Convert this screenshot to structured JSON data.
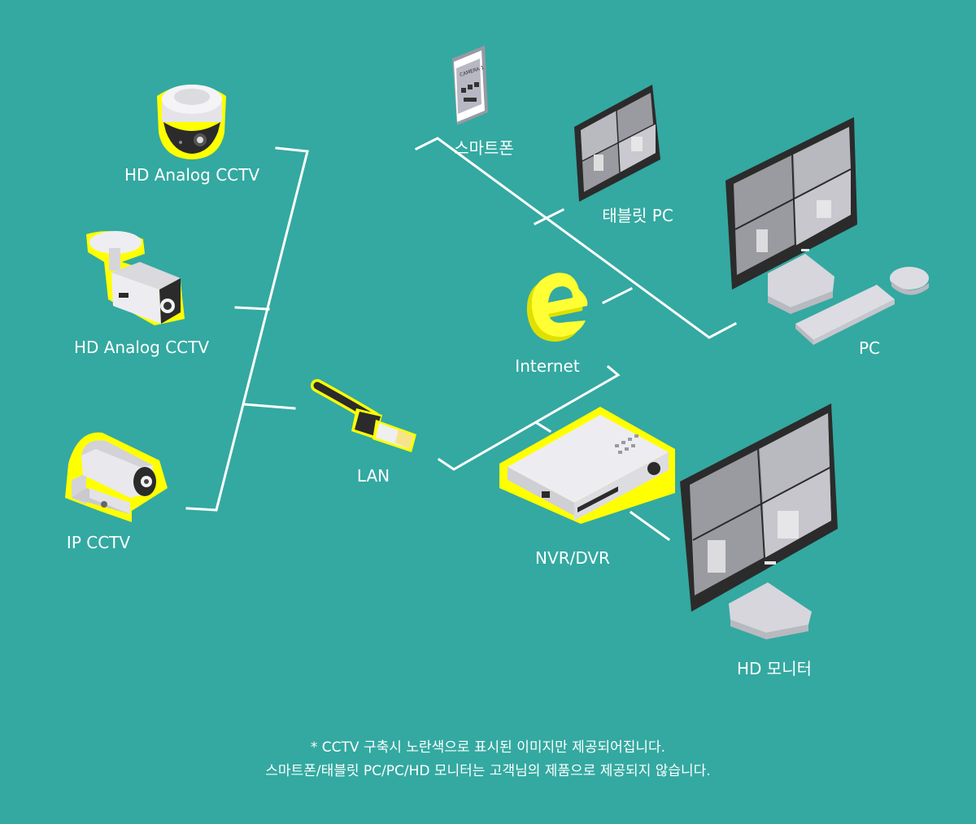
{
  "colors": {
    "background": "#33a9a1",
    "highlight": "#ffff00",
    "line": "#ffffff",
    "device_dark": "#2b2b2b",
    "device_light": "#e9e9ee",
    "screen_gray": "#9a9aa1"
  },
  "devices": {
    "dome_camera": "HD Analog CCTV",
    "bullet_camera": "HD Analog CCTV",
    "ip_camera": "IP CCTV",
    "lan": "LAN",
    "smartphone": "스마트폰",
    "smartphone_screen_text": "CAMERA 1",
    "tablet": "태블릿 PC",
    "internet": "Internet",
    "pc": "PC",
    "nvr": "NVR/DVR",
    "monitor": "HD 모니터"
  },
  "icons": {
    "internet": "internet-explorer-e-icon"
  },
  "footnote": {
    "line1": "* CCTV 구축시 노란색으로 표시된 이미지만 제공되어집니다.",
    "line2": "스마트폰/태블릿 PC/PC/HD 모니터는 고객님의 제품으로 제공되지 않습니다."
  }
}
